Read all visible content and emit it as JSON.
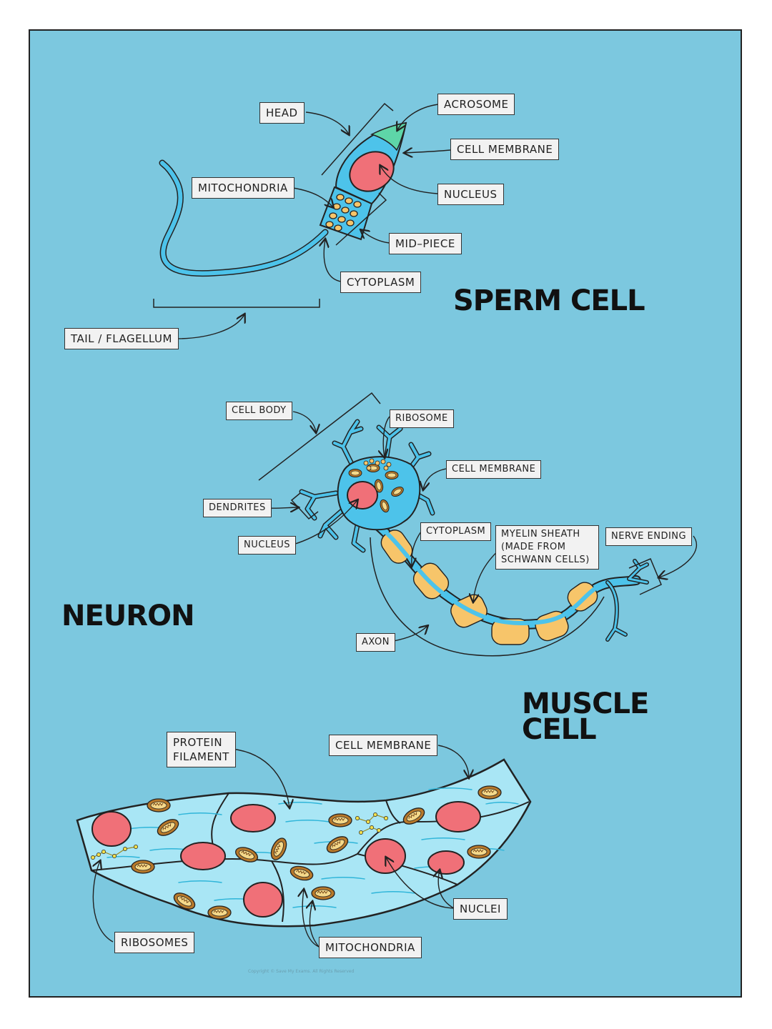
{
  "colors": {
    "background": "#7cc8df",
    "cell_fill": "#4dc3ea",
    "nucleus": "#f07078",
    "acrosome": "#5ed6a8",
    "myelin": "#f7c56a",
    "mitochondria": "#b8792a",
    "muscle_fill": "#a9e6f5",
    "label_bg": "#f2f2f2"
  },
  "sperm": {
    "title": "SPERM CELL",
    "labels": {
      "head": "HEAD",
      "acrosome": "ACROSOME",
      "cell_membrane": "CELL  MEMBRANE",
      "mitochondria": "MITOCHONDRIA",
      "nucleus": "NUCLEUS",
      "mid_piece": "MID–PIECE",
      "cytoplasm": "CYTOPLASM",
      "tail": "TAIL / FLAGELLUM"
    }
  },
  "neuron": {
    "title": "NEURON",
    "labels": {
      "cell_body": "CELL  BODY",
      "ribosome": "RIBOSOME",
      "cell_membrane": "CELL  MEMBRANE",
      "dendrites": "DENDRITES",
      "nucleus": "NUCLEUS",
      "cytoplasm": "CYTOPLASM",
      "myelin_lines": [
        "MYELIN  SHEATH",
        "(MADE  FROM",
        "SCHWANN  CELLS)"
      ],
      "nerve_ending": "NERVE  ENDING",
      "axon": "AXON"
    }
  },
  "muscle": {
    "title_lines": [
      "MUSCLE",
      "CELL"
    ],
    "labels": {
      "protein_filament_lines": [
        "PROTEIN",
        "FILAMENT"
      ],
      "cell_membrane": "CELL  MEMBRANE",
      "ribosomes": "RIBOSOMES",
      "mitochondria": "MITOCHONDRIA",
      "nuclei": "NUCLEI"
    }
  },
  "copyright": "Copyright © Save My Exams. All Rights Reserved"
}
